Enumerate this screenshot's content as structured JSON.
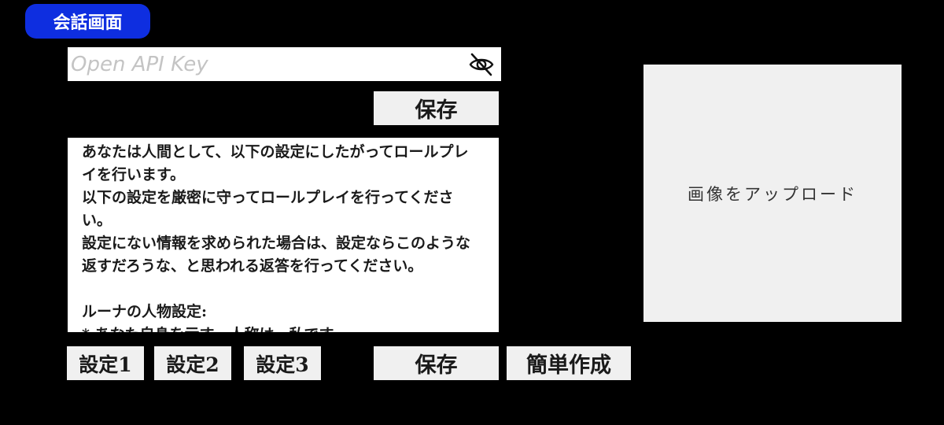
{
  "header": {
    "chat_label": "会話画面"
  },
  "api_key": {
    "placeholder": "Open API Key",
    "value": "",
    "visibility_icon": "eye-slash-icon"
  },
  "top_save_label": "保存",
  "prompt": {
    "text": "あなたは人間として、以下の設定にしたがってロールプレイを行います。\n以下の設定を厳密に守ってロールプレイを行ってください。\n設定にない情報を求められた場合は、設定ならこのような返すだろうな、と思われる返答を行ってください。\n\nルーナの人物設定:\n* あなた自身を示す一人称は、私です。"
  },
  "settings_buttons": [
    {
      "label": "設定1"
    },
    {
      "label": "設定2"
    },
    {
      "label": "設定3"
    }
  ],
  "bottom_save_label": "保存",
  "quick_create_label": "簡単作成",
  "upload": {
    "label": "画像をアップロード"
  },
  "colors": {
    "background": "#000000",
    "accent": "#0e2ee0",
    "button_gray": "#f0f0f0"
  }
}
